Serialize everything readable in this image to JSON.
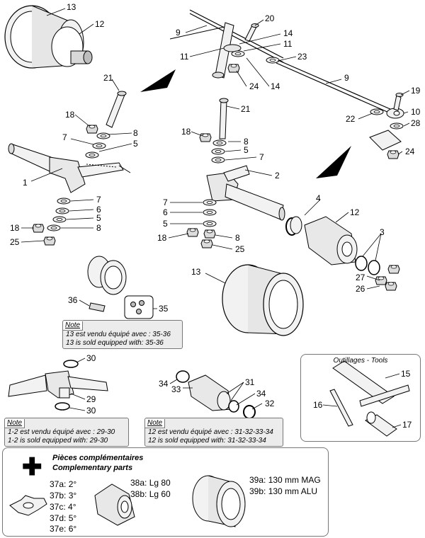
{
  "callouts": {
    "c13a": "13",
    "c12a": "12",
    "c21a": "21",
    "c18a": "18",
    "c8a": "8",
    "c7a": "7",
    "c5a": "5",
    "c1": "1",
    "c7b": "7",
    "c6a": "6",
    "c5b": "5",
    "c18b": "18",
    "c8b": "8",
    "c25a": "25",
    "c20": "20",
    "c9a": "9",
    "c14a": "14",
    "c11a": "11",
    "c11b": "11",
    "c23": "23",
    "c9b": "9",
    "c24a": "24",
    "c14b": "14",
    "c19": "19",
    "c10": "10",
    "c22": "22",
    "c28": "28",
    "c24b": "24",
    "c21b": "21",
    "c18c": "18",
    "c8c": "8",
    "c5c": "5",
    "c7c": "7",
    "c2": "2",
    "c7d": "7",
    "c6b": "6",
    "c5d": "5",
    "c18d": "18",
    "c8d": "8",
    "c25b": "25",
    "c4": "4",
    "c12b": "12",
    "c3": "3",
    "c27": "27",
    "c26": "26",
    "c13b": "13",
    "c36": "36",
    "c35": "35",
    "c30a": "30",
    "c29": "29",
    "c30b": "30",
    "c34a": "34",
    "c33": "33",
    "c31": "31",
    "c34b": "34",
    "c32": "32",
    "c15": "15",
    "c16": "16",
    "c17": "17"
  },
  "notes": {
    "n1": {
      "title": "Note",
      "line1": "13 est vendu équipé avec : 35-36",
      "line2": "13 is sold equipped with: 35-36"
    },
    "n2": {
      "title": "Note",
      "line1": "1-2 est vendu équipé avec : 29-30",
      "line2": "1-2 is sold equipped with: 29-30"
    },
    "n3": {
      "title": "Note",
      "line1": "12 est vendu équipé avec : 31-32-33-34",
      "line2": "12 is sold equipped with: 31-32-33-34"
    }
  },
  "tools": {
    "title": "Outillages - Tools"
  },
  "complementary": {
    "title_fr": "Pièces complémentaires",
    "title_en": "Complementary parts",
    "items_37": [
      "37a: 2°",
      "37b: 3°",
      "37c: 4°",
      "37d: 5°",
      "37e: 6°"
    ],
    "items_38": [
      "38a: Lg 80",
      "38b: Lg 60"
    ],
    "items_39": [
      "39a: 130 mm MAG",
      "39b: 130 mm ALU"
    ]
  },
  "colors": {
    "line": "#000000",
    "part_fill": "#f2f2f2",
    "shade": "#bdbdbd",
    "note_bg": "#ececec"
  }
}
